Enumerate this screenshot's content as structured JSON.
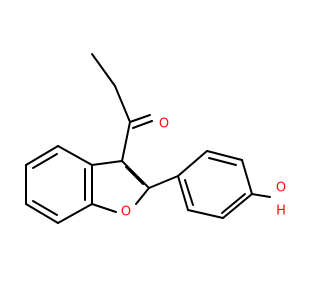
{
  "molecule": {
    "atoms": {
      "carbonyl_oxygen": {
        "label": "O",
        "color": "#ff0d0d"
      },
      "furan_oxygen": {
        "label": "O",
        "color": "#ff0d0d"
      },
      "hydroxyl_oxygen": {
        "label": "O",
        "color": "#ff0d0d"
      },
      "hydroxyl_hydrogen": {
        "label": "H",
        "color": "#ff0d0d"
      }
    },
    "bond_color": "#000000",
    "background": "#ffffff"
  }
}
